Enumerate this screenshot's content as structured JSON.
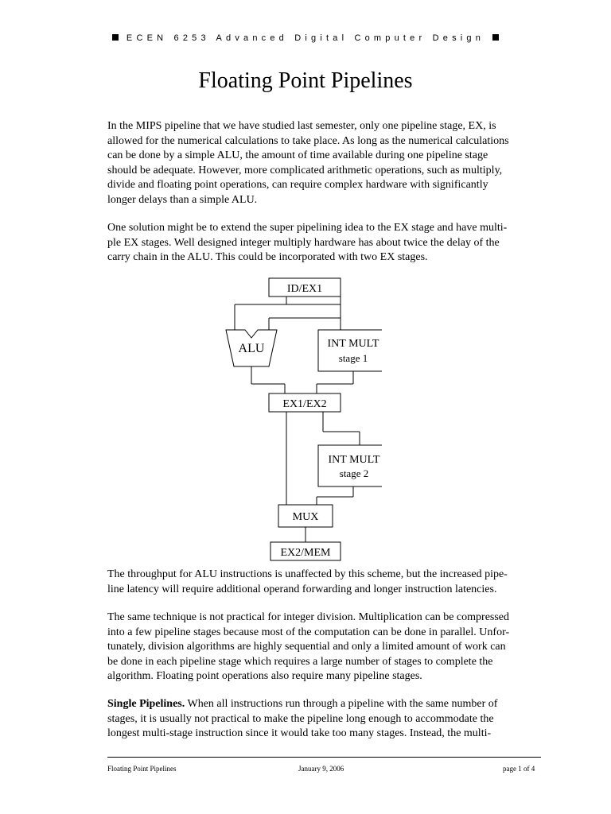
{
  "header": {
    "text": "ECEN 6253 Advanced Digital Computer Design"
  },
  "title": "Floating Point Pipelines",
  "paragraphs": {
    "p1": [
      "In the MIPS pipeline that we have studied last semester, only one pipeline stage, EX, is",
      "allowed for the numerical calculations to take place.  As long as the numerical calculations",
      "can be done by a simple ALU, the amount of time available during one pipeline stage",
      "should be adequate.  However, more complicated arithmetic operations, such as multiply,",
      "divide and floating point operations, can require complex hardware with significantly",
      "longer delays than a simple ALU."
    ],
    "p2": [
      "One solution might be to extend the super pipelining idea to the EX stage and have multi-",
      "ple EX stages.  Well designed integer multiply hardware has about twice the delay of the",
      "carry chain in the ALU.  This could be incorporated with two EX stages."
    ],
    "p3": [
      "The throughput for ALU instructions is unaffected by this scheme, but the increased pipe-",
      "line latency will require additional operand forwarding and longer instruction latencies."
    ],
    "p4": [
      "The same technique is not practical for integer division.  Multiplication can be compressed",
      "into a few pipeline stages because most of the computation can be done in parallel.  Unfor-",
      "tunately, division algorithms are highly sequential and only a limited amount of work can",
      "be done in each pipeline stage which requires a large number of stages to complete the",
      "algorithm.  Floating point operations also require many pipeline stages."
    ],
    "p5": {
      "lead": "Single Pipelines.",
      "line1_rest": " When all instructions run through a pipeline with the same number of",
      "lines": [
        "stages, it is usually not practical to make the pipeline long enough to accommodate the",
        "longest multi-stage instruction since it would take too many stages.  Instead, the multi-"
      ]
    }
  },
  "diagram": {
    "id_ex1": "ID/EX1",
    "alu": "ALU",
    "int_mult_1": {
      "line1": "INT MULT",
      "line2": "stage 1"
    },
    "ex1_ex2": "EX1/EX2",
    "int_mult_2": {
      "line1": "INT MULT",
      "line2": "stage 2"
    },
    "mux": "MUX",
    "ex2_mem": "EX2/MEM"
  },
  "footer": {
    "left": "Floating Point Pipelines",
    "center": "January 9, 2006",
    "right": "page 1 of 4"
  }
}
